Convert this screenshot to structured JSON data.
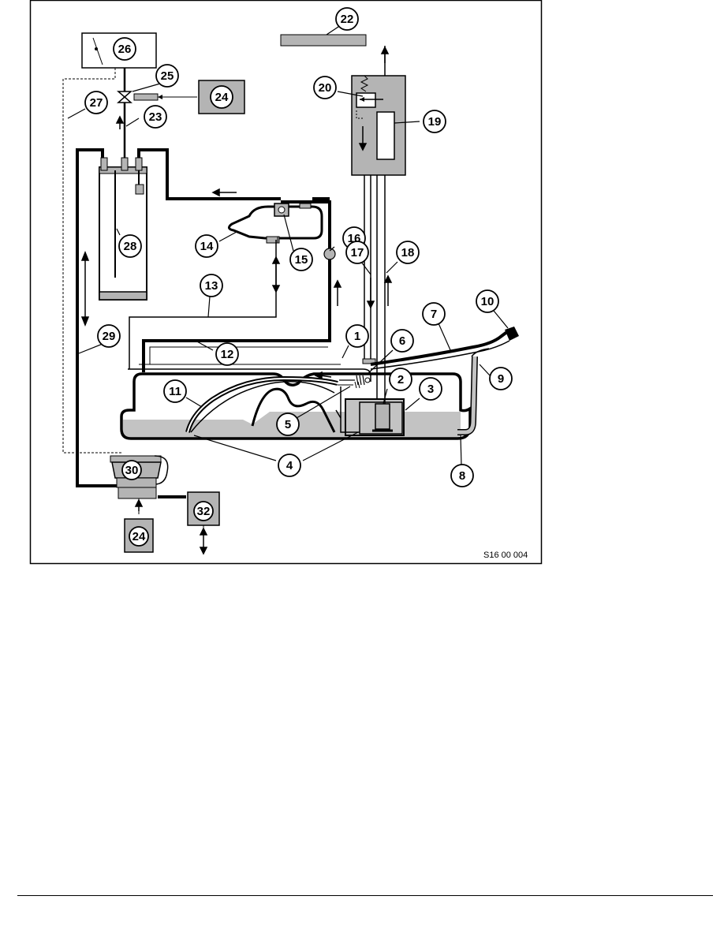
{
  "diagram": {
    "figure_code": "S16 00 004",
    "callouts": [
      "1",
      "2",
      "3",
      "4",
      "5",
      "6",
      "7",
      "8",
      "9",
      "10",
      "11",
      "12",
      "13",
      "14",
      "15",
      "16",
      "17",
      "18",
      "19",
      "20",
      "22",
      "23",
      "24",
      "25",
      "26",
      "27",
      "28",
      "29",
      "30",
      "32"
    ]
  },
  "colors": {
    "panel_gray": "#b4b4b4",
    "fuel_gray": "#c3c3c3",
    "line": "#000000"
  }
}
